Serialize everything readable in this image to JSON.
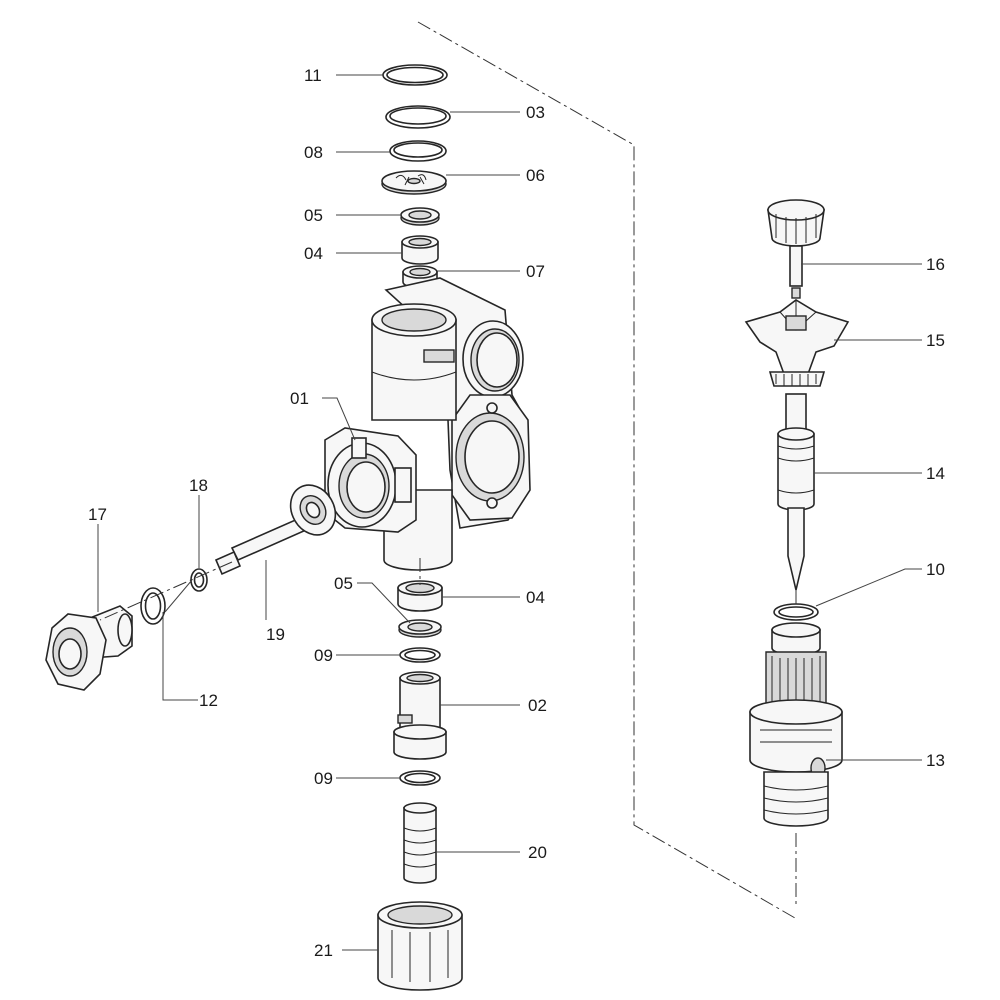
{
  "callouts": {
    "c11": "11",
    "c03": "03",
    "c08": "08",
    "c06": "06",
    "c05a": "05",
    "c04a": "04",
    "c07": "07",
    "c01": "01",
    "c18": "18",
    "c17": "17",
    "c19": "19",
    "c12": "12",
    "c05b": "05",
    "c04b": "04",
    "c09a": "09",
    "c02": "02",
    "c09b": "09",
    "c20": "20",
    "c21": "21",
    "c16": "16",
    "c15": "15",
    "c14": "14",
    "c10": "10",
    "c13": "13"
  },
  "colors": {
    "line": "#262626",
    "fill_light": "#f7f7f7",
    "fill_shade": "#d9d9d9",
    "background": "#ffffff"
  }
}
